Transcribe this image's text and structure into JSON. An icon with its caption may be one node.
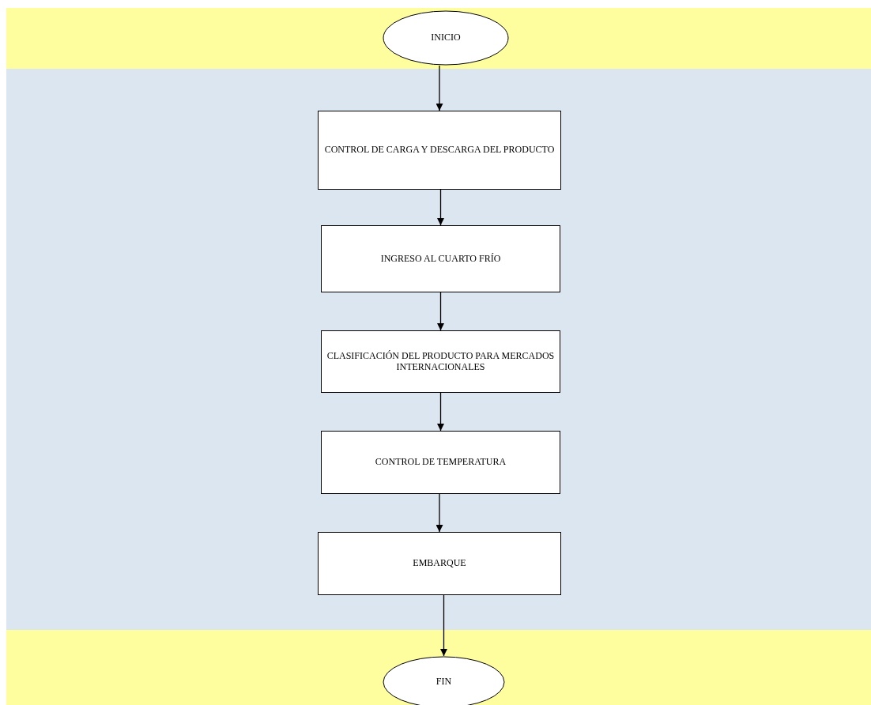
{
  "diagram": {
    "nodes": [
      {
        "text": [
          "INICIO"
        ]
      },
      {
        "text": [
          "CONTROL  DE CARGA Y DESCARGA DEL PRODUCTO"
        ]
      },
      {
        "text": [
          "INGRESO AL CUARTO FRÍO"
        ]
      },
      {
        "text": [
          "CLASIFICACIÓN  DEL PRODUCTO PARA MERCADOS INTERNACIONALES"
        ]
      },
      {
        "text": [
          "CONTROL  DE TEMPERATURA"
        ]
      },
      {
        "text": [
          "EMBARQUE"
        ]
      },
      {
        "text": [
          "FIN"
        ]
      }
    ],
    "edges": [
      {
        "from": 0,
        "to": 1,
        "arrow": "to"
      },
      {
        "from": 1,
        "to": 2,
        "arrow": "to"
      },
      {
        "from": 2,
        "to": 3,
        "arrow": "to"
      },
      {
        "from": 3,
        "to": 4,
        "arrow": "to"
      },
      {
        "from": 4,
        "to": 5,
        "arrow": "to"
      },
      {
        "from": 5,
        "to": 6,
        "arrow": "to"
      }
    ]
  }
}
